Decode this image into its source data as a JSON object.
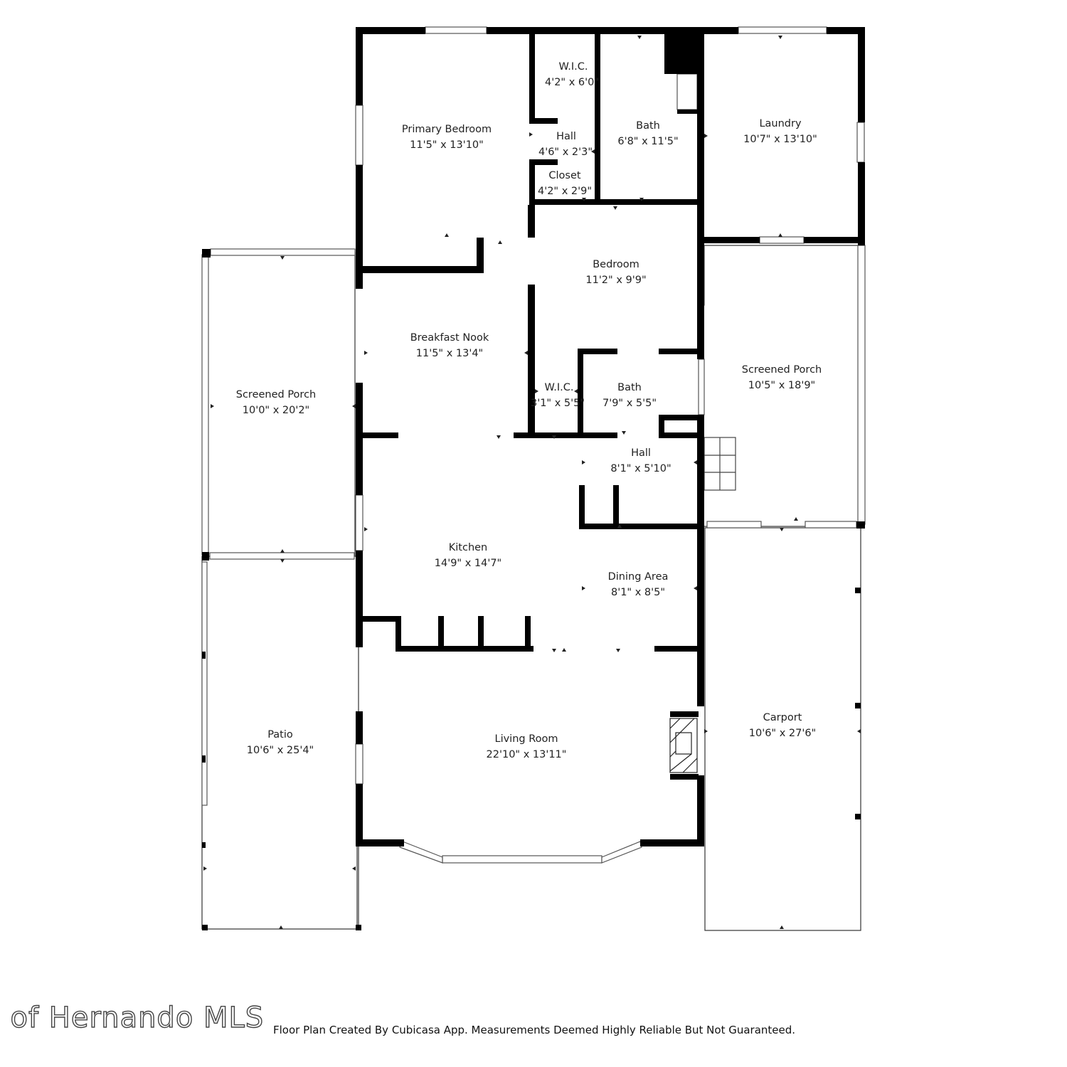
{
  "rooms": [
    {
      "id": "primary-bedroom",
      "name": "Primary Bedroom",
      "dims": "11'5\" x 13'10\""
    },
    {
      "id": "wic-1",
      "name": "W.I.C.",
      "dims": "4'2\" x 6'0\""
    },
    {
      "id": "hall-1",
      "name": "Hall",
      "dims": "4'6\" x 2'3\""
    },
    {
      "id": "closet",
      "name": "Closet",
      "dims": "4'2\" x 2'9\""
    },
    {
      "id": "bath-1",
      "name": "Bath",
      "dims": "6'8\" x 11'5\""
    },
    {
      "id": "laundry",
      "name": "Laundry",
      "dims": "10'7\" x 13'10\""
    },
    {
      "id": "bedroom",
      "name": "Bedroom",
      "dims": "11'2\" x 9'9\""
    },
    {
      "id": "breakfast-nook",
      "name": "Breakfast Nook",
      "dims": "11'5\" x 13'4\""
    },
    {
      "id": "screened-porch-left",
      "name": "Screened Porch",
      "dims": "10'0\" x 20'2\""
    },
    {
      "id": "screened-porch-right",
      "name": "Screened Porch",
      "dims": "10'5\" x 18'9\""
    },
    {
      "id": "wic-2",
      "name": "W.I.C.",
      "dims": "3'1\" x 5'5\""
    },
    {
      "id": "bath-2",
      "name": "Bath",
      "dims": "7'9\" x 5'5\""
    },
    {
      "id": "hall-2",
      "name": "Hall",
      "dims": "8'1\" x 5'10\""
    },
    {
      "id": "kitchen",
      "name": "Kitchen",
      "dims": "14'9\" x 14'7\""
    },
    {
      "id": "dining-area",
      "name": "Dining Area",
      "dims": "8'1\" x 8'5\""
    },
    {
      "id": "patio",
      "name": "Patio",
      "dims": "10'6\" x 25'4\""
    },
    {
      "id": "living-room",
      "name": "Living Room",
      "dims": "22'10\" x 13'11\""
    },
    {
      "id": "carport",
      "name": "Carport",
      "dims": "10'6\" x 27'6\""
    }
  ],
  "footer": {
    "watermark": "rty of Hernando MLS",
    "note": "Floor Plan Created By Cubicasa App. Measurements Deemed Highly Reliable But Not Guaranteed."
  }
}
